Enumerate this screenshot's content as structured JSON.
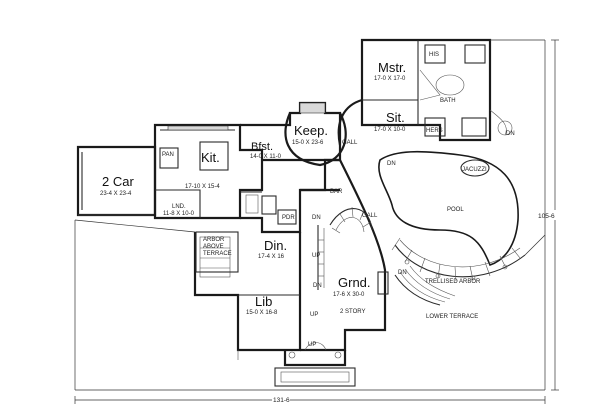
{
  "rooms": {
    "garage": {
      "name": "2 Car",
      "size": "23-4 X 23-4"
    },
    "kitchen": {
      "name": "Kit.",
      "size": "17-10 X 15-4"
    },
    "pantry": {
      "name": "PAN"
    },
    "laundry": {
      "name": "LND.",
      "size": "11-8 X 10-0"
    },
    "breakfast": {
      "name": "Bfst.",
      "size": "14-0 X 11-0"
    },
    "keeping": {
      "name": "Keep.",
      "size": "15-0 X 23-6"
    },
    "master": {
      "name": "Mstr.",
      "size": "17-0 X 17-0"
    },
    "master_bath": {
      "name": "BATH"
    },
    "his_closet": {
      "name": "HIS"
    },
    "hers_closet": {
      "name": "HERS"
    },
    "sitting": {
      "name": "Sit.",
      "size": "17-0 X 10-0"
    },
    "dining": {
      "name": "Din.",
      "size": "17-4 X 16"
    },
    "library": {
      "name": "Lib",
      "size": "15-0 X 16-8"
    },
    "grand": {
      "name": "Grnd.",
      "size": "17-6 X 30-0",
      "note": "2 STORY"
    }
  },
  "labels": {
    "powder": "PDR",
    "bar": "BAR",
    "gall_upper": "GALL",
    "gall_lower": "GALL",
    "dn_right": "DN",
    "dn_stair": "DN",
    "dn_terrace": "DN",
    "dn_lower": "DN",
    "up_left": "UP",
    "up_lower": "UP",
    "up_entry": "UP",
    "arbor_above": "ARBOR\nABOVE\nTERRACE",
    "jacuzzi": "JACUZZI",
    "pool": "POOL",
    "trellised_arbor": "TRELLISED ARBOR",
    "lower_terrace": "LOWER TERRACE"
  },
  "dimensions": {
    "width": "131-6",
    "depth": "105-6"
  }
}
